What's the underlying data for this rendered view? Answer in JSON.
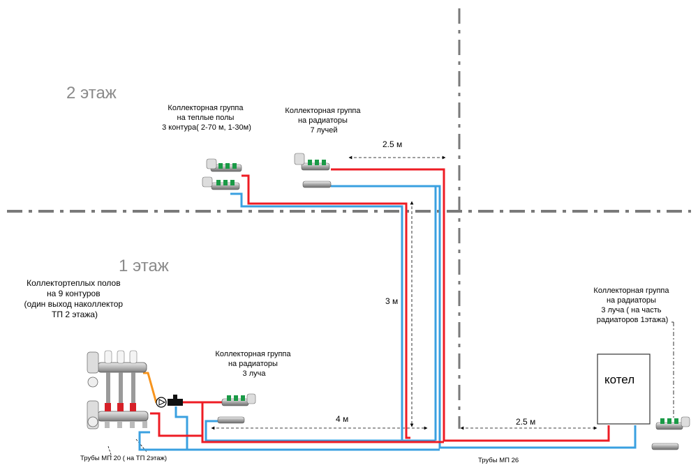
{
  "floors": {
    "second": "2 этаж",
    "first": "1 этаж"
  },
  "labels": {
    "ufh_collector_2f": [
      "Коллекторная группа",
      "на теплые полы",
      "3 контура( 2-70 м, 1-30м)"
    ],
    "rad_collector_2f": [
      "Коллекторная группа",
      "на радиаторы",
      "7 лучей"
    ],
    "ufh_collector_1f": [
      "Коллектортеплых полов",
      "на 9 контуров",
      "(один выход наколлектор",
      "ТП 2 этажа)"
    ],
    "rad_collector_1f": [
      "Коллекторная группа",
      "на радиаторы",
      "3 луча"
    ],
    "rad_collector_boiler": [
      "Коллекторная группа",
      "на радиаторы",
      "3 луча ( на часть",
      "радиаторов 1этажа)"
    ],
    "boiler": "котел",
    "pipes_mp20": "Трубы МП 20 ( на ТП 2этаж)",
    "pipes_mp26": "Трубы МП 26"
  },
  "dimensions": {
    "top_horizontal": "2.5 м",
    "vertical": "3 м",
    "bottom_left": "4 м",
    "bottom_right": "2.5 м"
  },
  "colors": {
    "supply": "#ee1c24",
    "return": "#3aa0e0",
    "mix": "#f7941d",
    "axis": "#7a7a7a",
    "floor_text": "#8a8a8a"
  }
}
